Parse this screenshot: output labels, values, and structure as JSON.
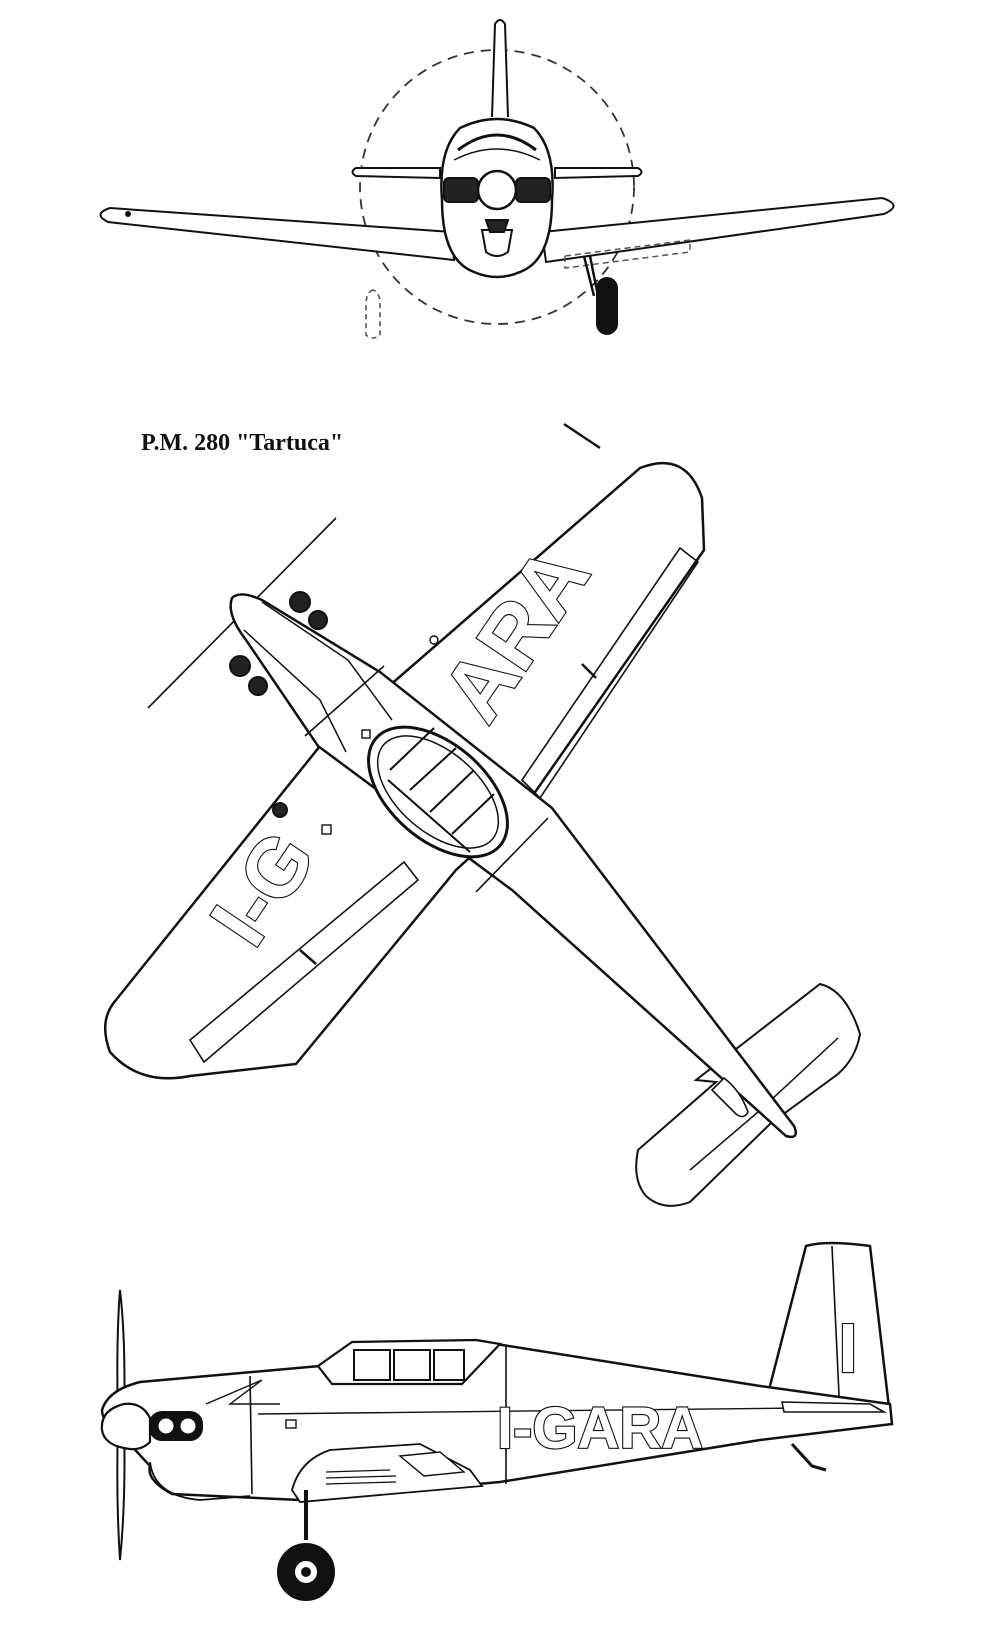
{
  "caption": "P.M. 280 \"Tartuca\"",
  "markings": {
    "top_right_wing": "ARA",
    "top_left_wing": "I-G",
    "side_fuselage": "I-GARA",
    "side_fin": "I"
  },
  "colors": {
    "ink": "#111111",
    "paper": "#ffffff"
  }
}
